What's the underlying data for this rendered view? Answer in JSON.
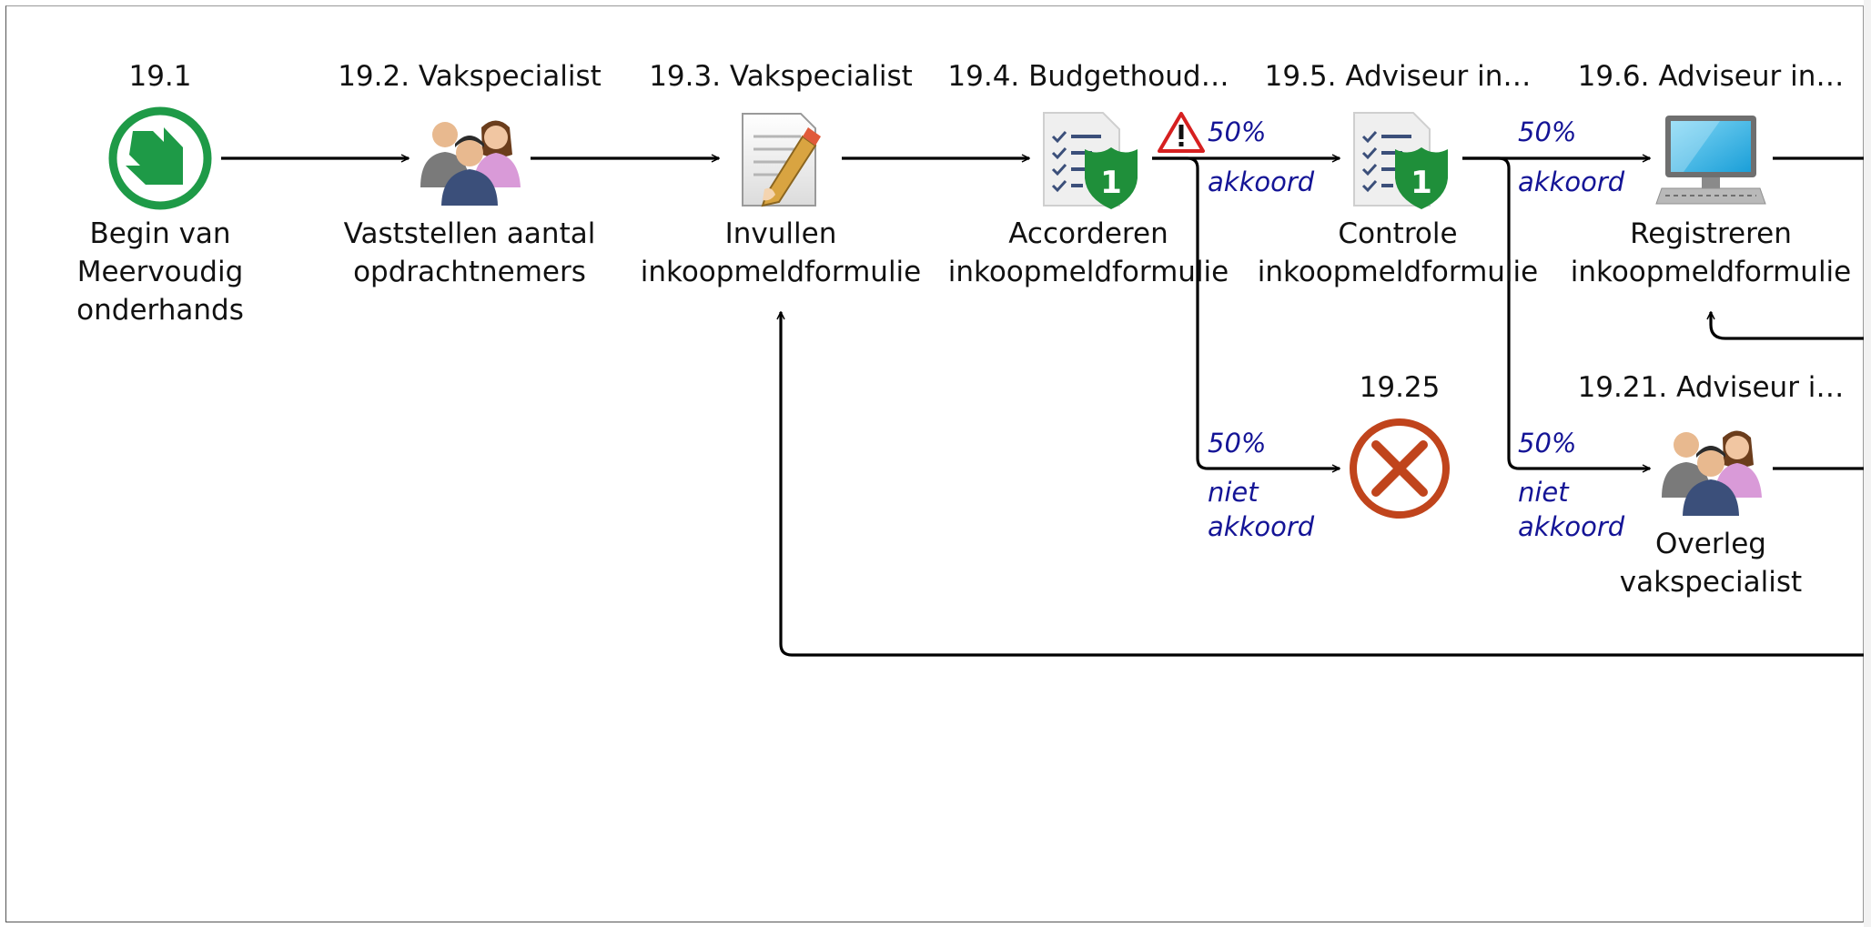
{
  "diagram": {
    "nodes": [
      {
        "id": "n191",
        "number": "19.1",
        "label": [
          "Begin van",
          "Meervoudig",
          "onderhands"
        ],
        "icon": "start-arrow-icon",
        "color": "#1e9a47"
      },
      {
        "id": "n192",
        "number": "19.2. Vakspecialist",
        "label": [
          "Vaststellen aantal",
          "opdrachtnemers"
        ],
        "icon": "people-group-icon"
      },
      {
        "id": "n193",
        "number": "19.3. Vakspecialist",
        "label": [
          "Invullen",
          "inkoopmeldformulie"
        ],
        "icon": "form-edit-icon"
      },
      {
        "id": "n194",
        "number": "19.4. Budgethoud…",
        "label": [
          "Accorderen",
          "inkoopmeldformulie"
        ],
        "icon": "checklist-shield-icon",
        "badge": "1",
        "warning": true
      },
      {
        "id": "n195",
        "number": "19.5. Adviseur in…",
        "label": [
          "Controle",
          "inkoopmeldformulie"
        ],
        "icon": "checklist-shield-icon",
        "badge": "1"
      },
      {
        "id": "n196",
        "number": "19.6. Adviseur in…",
        "label": [
          "Registreren",
          "inkoopmeldformulie"
        ],
        "icon": "computer-monitor-icon"
      },
      {
        "id": "n1925",
        "number": "19.25",
        "label": [],
        "icon": "end-cancel-icon",
        "color": "#c0441c"
      },
      {
        "id": "n1921",
        "number": "19.21. Adviseur i…",
        "label": [
          "Overleg",
          "vakspecialist"
        ],
        "icon": "people-group-icon"
      }
    ],
    "flow_labels": [
      {
        "id": "f1",
        "lines": [
          "50%",
          "akkoord"
        ]
      },
      {
        "id": "f2",
        "lines": [
          "50%",
          "niet",
          "akkoord"
        ]
      },
      {
        "id": "f3",
        "lines": [
          "50%",
          "akkoord"
        ]
      },
      {
        "id": "f4",
        "lines": [
          "50%",
          "niet",
          "akkoord"
        ]
      }
    ],
    "colors": {
      "edge": "#000000",
      "flow_label": "#141496",
      "start": "#1e9a47",
      "end": "#c0441c",
      "shield": "#1f8f3a",
      "warning": "#d62020",
      "monitor": "#39b6e6"
    }
  }
}
